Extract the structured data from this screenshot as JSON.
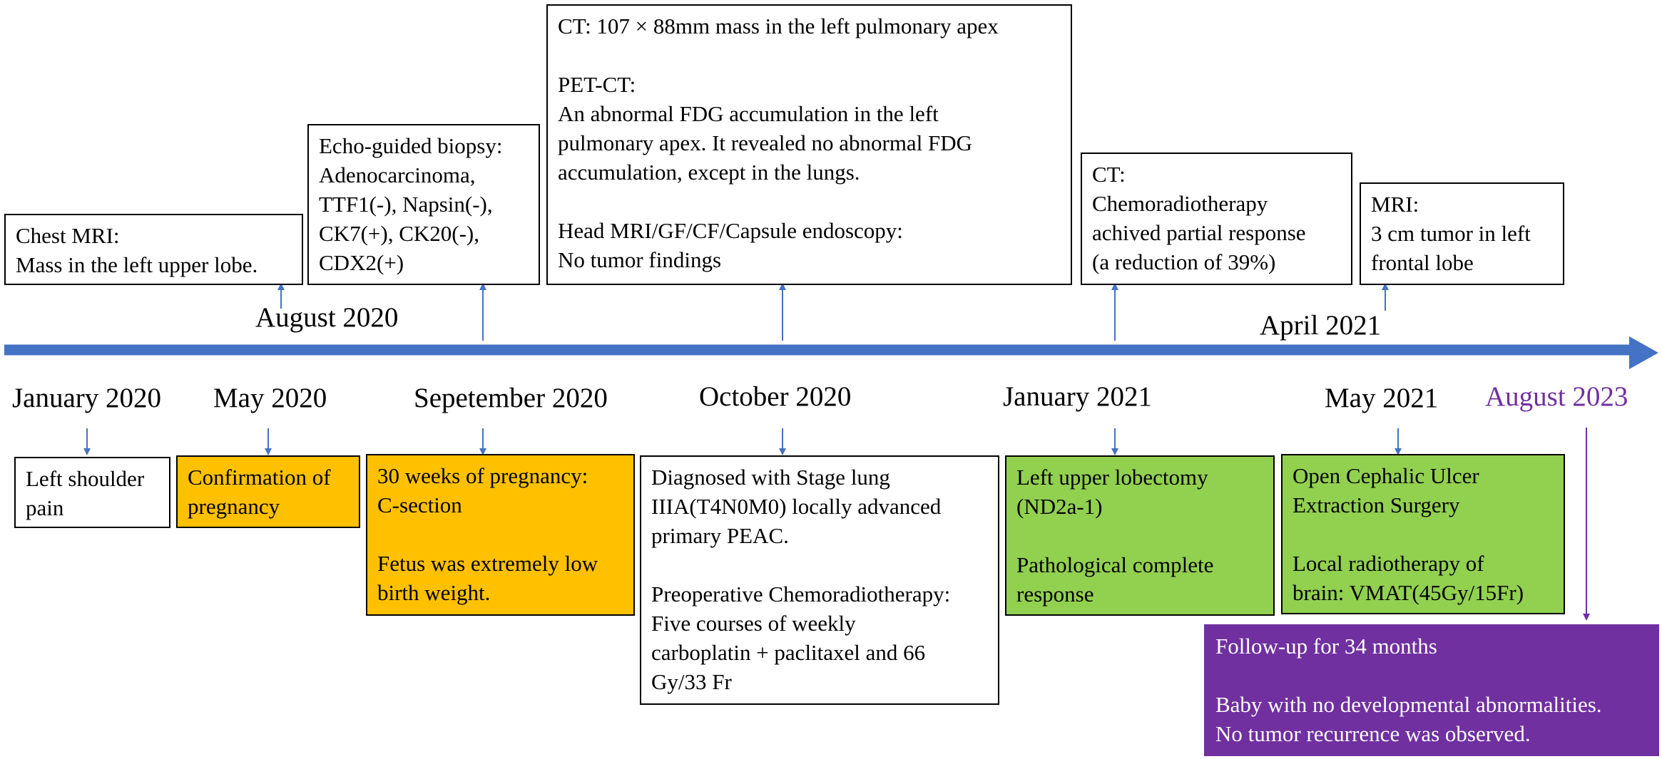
{
  "colors": {
    "timeline": "#4472c4",
    "connector": "#4472c4",
    "highlight": "#7030a0",
    "orange_box": "#ffc000",
    "green_box": "#92d050",
    "purple_box": "#7030a0"
  },
  "above_dates": {
    "august_2020": "August 2020",
    "april_2021": "April 2021"
  },
  "below_dates": {
    "january_2020": "January 2020",
    "may_2020": "May 2020",
    "september_2020": "Sepetember 2020",
    "october_2020": "October 2020",
    "january_2021": "January 2021",
    "may_2021": "May 2021",
    "august_2023": "August 2023"
  },
  "top_boxes": {
    "chest_mri": "Chest MRI:\nMass in the left upper lobe.",
    "biopsy": "Echo-guided biopsy:\nAdenocarcinoma,\nTTF1(-), Napsin(-),\nCK7(+), CK20(-),\nCDX2(+)",
    "ct_petct": "CT: 107 × 88mm mass in the left pulmonary apex\n\nPET-CT:\nAn abnormal FDG accumulation in the left\npulmonary apex. It revealed no abnormal FDG\naccumulation, except in the lungs.\n\nHead MRI/GF/CF/Capsule endoscopy:\nNo tumor findings",
    "ct_response": "CT:\nChemoradiotherapy\nachived partial response\n(a reduction of 39%)",
    "mri_brain": "MRI:\n3 cm tumor in left\nfrontal lobe"
  },
  "bottom_boxes": {
    "shoulder_pain": "Left shoulder\npain",
    "pregnancy": "Confirmation of\npregnancy",
    "csection": "30 weeks of pregnancy:\nC-section\n\nFetus was extremely low\nbirth weight.",
    "diagnosis": "Diagnosed with Stage lung\nIIIA(T4N0M0) locally advanced\nprimary PEAC.\n\nPreoperative Chemoradiotherapy:\nFive courses of weekly\ncarboplatin + paclitaxel and 66\nGy/33 Fr",
    "lobectomy": "Left upper lobectomy\n(ND2a-1)\n\nPathological complete\nresponse",
    "surgery": "Open Cephalic Ulcer\nExtraction Surgery\n\nLocal radiotherapy of\nbrain: VMAT(45Gy/15Fr)",
    "followup": "Follow-up for 34 months\n\nBaby with no developmental abnormalities.\nNo tumor recurrence was observed."
  }
}
